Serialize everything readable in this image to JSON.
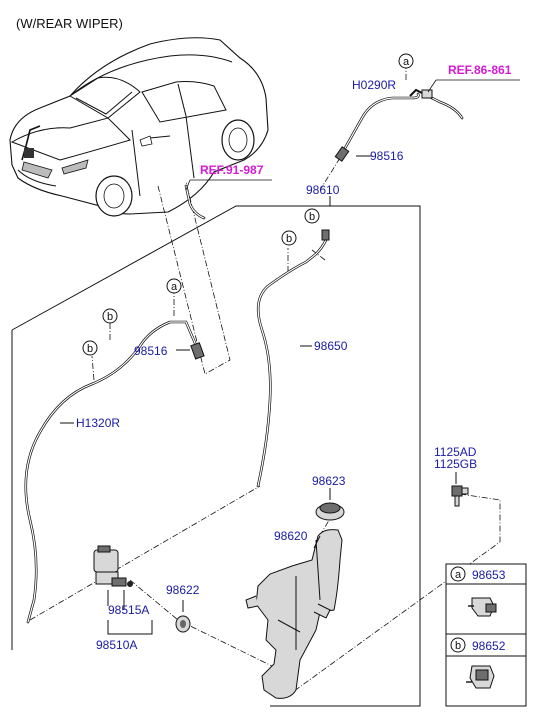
{
  "header": {
    "variant": "(W/REAR WIPER)"
  },
  "callouts": {
    "a": "a",
    "b": "b"
  },
  "refs": {
    "ref_86": "REF.86-861",
    "ref_91": "REF.91-987"
  },
  "parts": {
    "h0290r": "H0290R",
    "p98516_top": "98516",
    "p98610": "98610",
    "p98516_left": "98516",
    "p98650": "98650",
    "h1320r": "H1320R",
    "bolt_a": "1125AD",
    "bolt_b": "1125GB",
    "p98623": "98623",
    "p98620": "98620",
    "p98622": "98622",
    "p98515a": "98515A",
    "p98510a": "98510A"
  },
  "legend": {
    "a_code": "98653",
    "b_code": "98652"
  }
}
